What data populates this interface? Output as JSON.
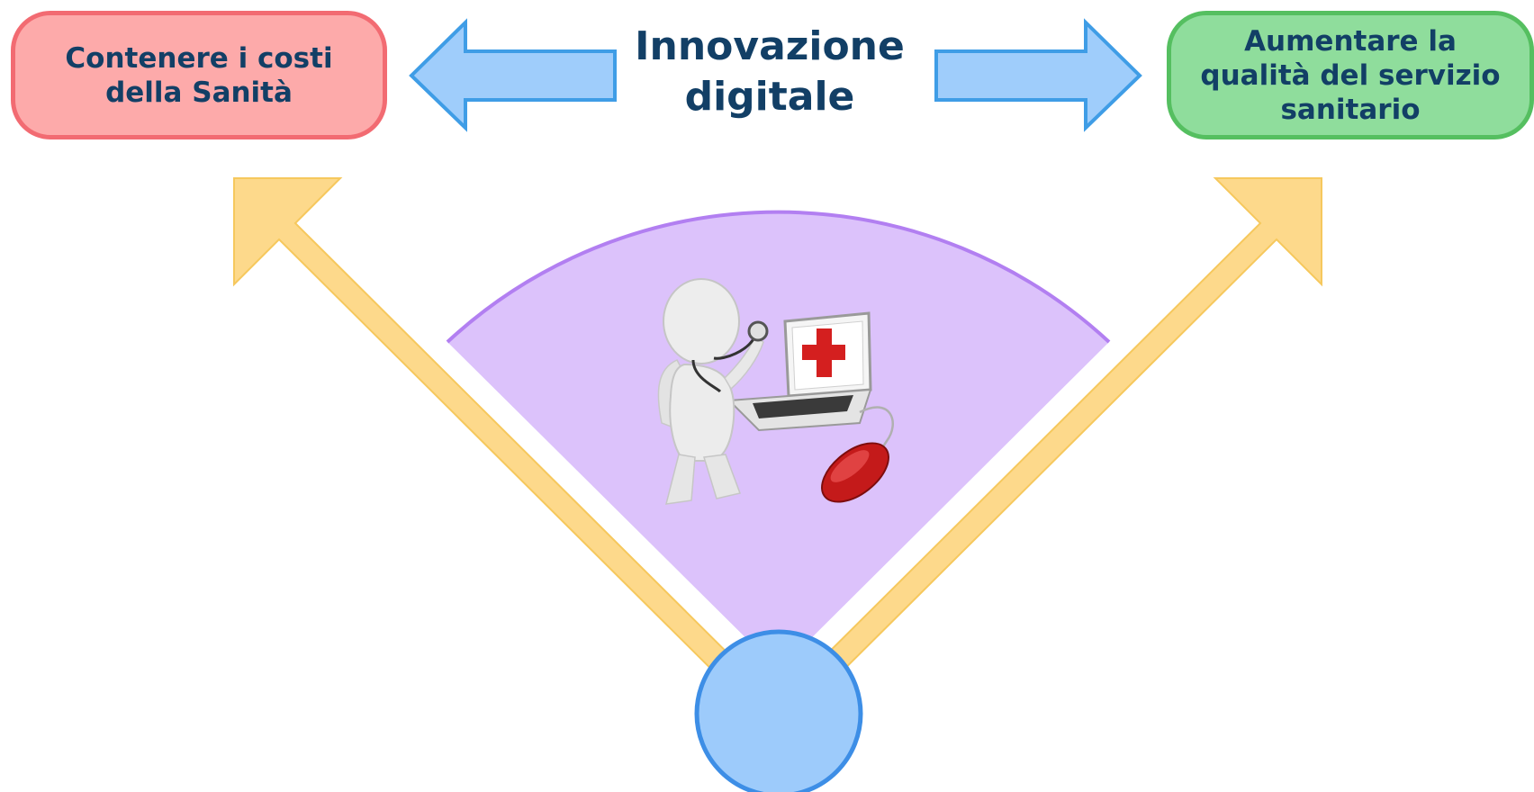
{
  "center_title": {
    "line1": "Innovazione",
    "line2": "digitale"
  },
  "left_box": {
    "line1": "Contenere i costi",
    "line2": "della Sanità"
  },
  "right_box": {
    "line1": "Aumentare la",
    "line2": "qualità del servizio",
    "line3": "sanitario"
  },
  "colors": {
    "title_text": "#123f66",
    "left_fill": "#fdaaaa",
    "left_border": "#f26b72",
    "right_fill": "#8fdd9c",
    "right_border": "#55bf60",
    "blue_arrow_fill": "#9fcdfb",
    "blue_arrow_border": "#3f9de6",
    "yellow_arrow_fill": "#fdd98b",
    "purple_fan_fill": "#dcc2fb",
    "purple_fan_border": "#b27ff1",
    "circle_fill": "#9dcbfb",
    "circle_border": "#3d8ee6"
  },
  "illustration": {
    "icon": "doctor-with-laptop-and-mouse-icon"
  }
}
